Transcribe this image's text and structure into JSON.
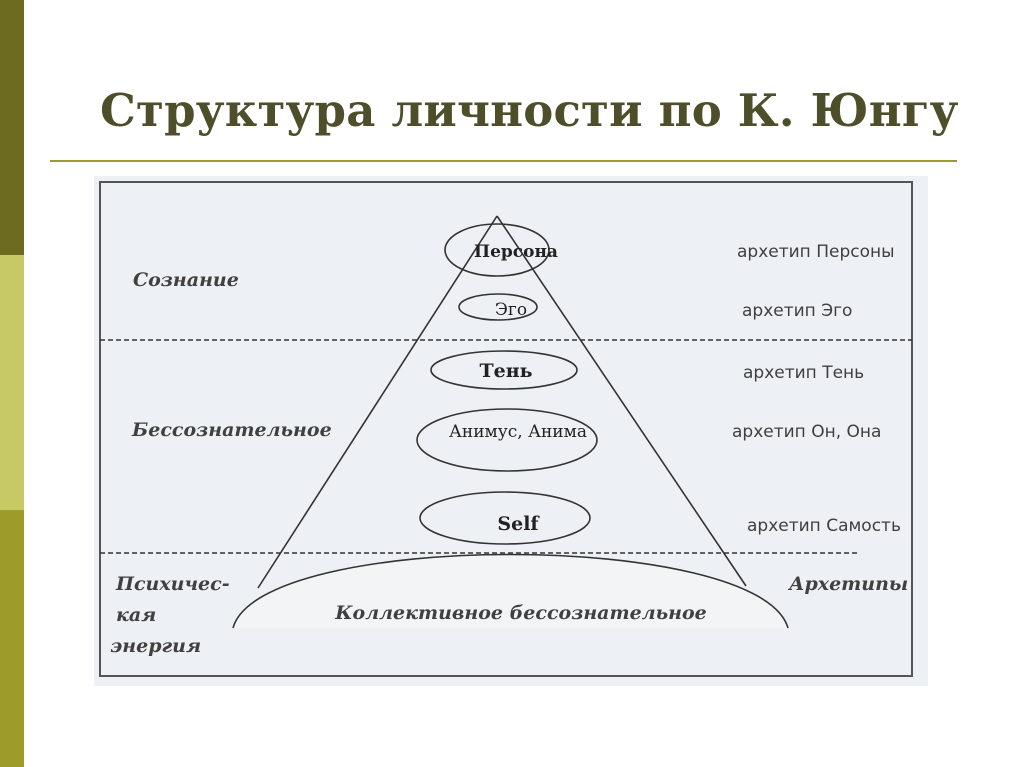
{
  "slide": {
    "title": "Структура личности по К. Юнгу"
  },
  "theme": {
    "sidebar_colors": [
      "#6d6b1f",
      "#c7c964",
      "#9d9c2b"
    ],
    "title_color": "#4f4e2a",
    "rule_color": "#9a9a2e",
    "line_color": "#3a3a3a"
  },
  "diagram": {
    "zones": {
      "consciousness": "Сознание",
      "unconscious": "Бессознательное",
      "psychic_energy": [
        "Психичес-",
        "кая",
        "энергия"
      ]
    },
    "elements": {
      "persona": "Персона",
      "ego": "Эго",
      "shadow": "Тень",
      "animus_anima": "Анимус, Анима",
      "self": "Self",
      "collective_unconscious": "Коллективное бессознательное"
    },
    "archetypes": {
      "persona": "архетип Персоны",
      "ego": "архетип Эго",
      "shadow": "архетип Тень",
      "animus_anima": "архетип Он, Она",
      "self": "архетип Самость",
      "archetypes_label": "Архетипы"
    }
  }
}
